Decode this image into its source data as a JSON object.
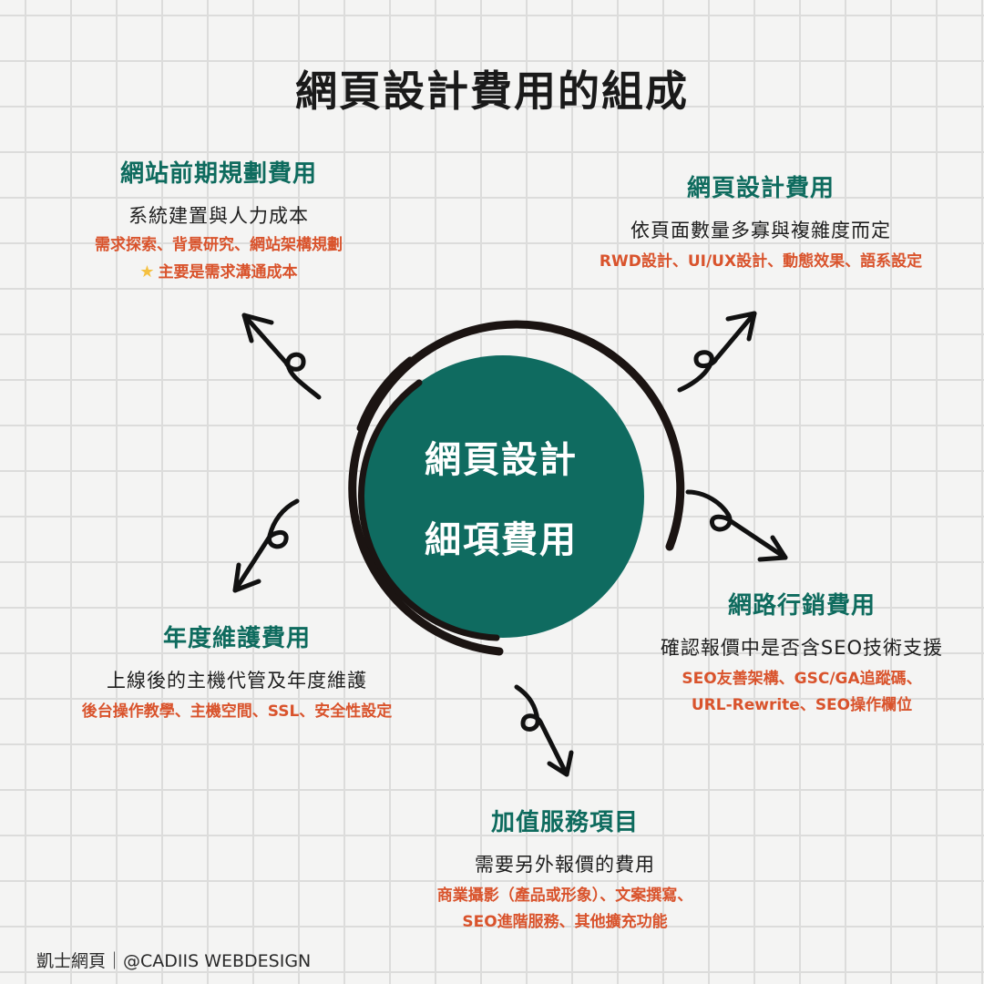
{
  "title": "網頁設計費用的組成",
  "center": {
    "line1": "網頁設計",
    "line2": "細項費用",
    "fill_color": "#0f6b60"
  },
  "sections": [
    {
      "id": "planning",
      "heading": "網站前期規劃費用",
      "subtitle": "系統建置與人力成本",
      "details": [
        "需求探索、背景研究、網站架構規劃"
      ],
      "note_icon": "star-icon",
      "note": "主要是需求溝通成本"
    },
    {
      "id": "design",
      "heading": "網頁設計費用",
      "subtitle": "依頁面數量多寡與複雜度而定",
      "details": [
        "RWD設計、UI/UX設計、動態效果、語系設定"
      ]
    },
    {
      "id": "marketing",
      "heading": "網路行銷費用",
      "subtitle": "確認報價中是否含SEO技術支援",
      "details": [
        "SEO友善架構、GSC/GA追蹤碼、",
        "URL-Rewrite、SEO操作欄位"
      ]
    },
    {
      "id": "maintenance",
      "heading": "年度維護費用",
      "subtitle": "上線後的主機代管及年度維護",
      "details": [
        "後台操作教學、主機空間、SSL、安全性設定"
      ]
    },
    {
      "id": "addons",
      "heading": "加值服務項目",
      "subtitle": "需要另外報價的費用",
      "details": [
        "商業攝影（產品或形象）、文案撰寫、",
        "SEO進階服務、其他擴充功能"
      ]
    }
  ],
  "footer": "凱士網頁｜@CADIIS WEBDESIGN",
  "colors": {
    "heading": "#0e6b5e",
    "detail": "#d9532c",
    "text": "#1e1e1e",
    "star": "#f4c041",
    "background": "#f4f4f3",
    "grid": "#dcdcdb"
  }
}
